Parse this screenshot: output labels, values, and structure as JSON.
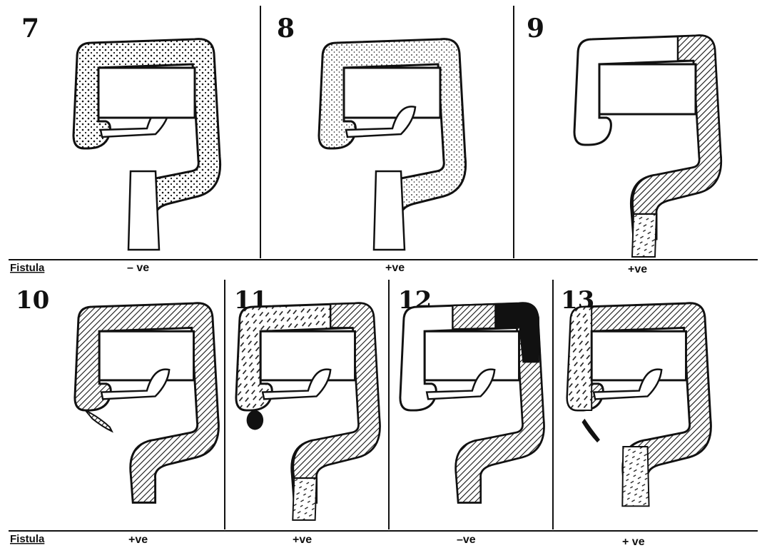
{
  "row_label": "Fistula",
  "panels": [
    {
      "number": "7",
      "result": "– ve"
    },
    {
      "number": "8",
      "result": "+ve"
    },
    {
      "number": "9",
      "result": "+ve"
    },
    {
      "number": "10",
      "result": "+ve"
    },
    {
      "number": "11",
      "result": "+ve"
    },
    {
      "number": "12",
      "result": "–ve"
    },
    {
      "number": "13",
      "result": "+ ve"
    }
  ],
  "colors": {
    "ink": "#111111",
    "paper": "#ffffff"
  }
}
